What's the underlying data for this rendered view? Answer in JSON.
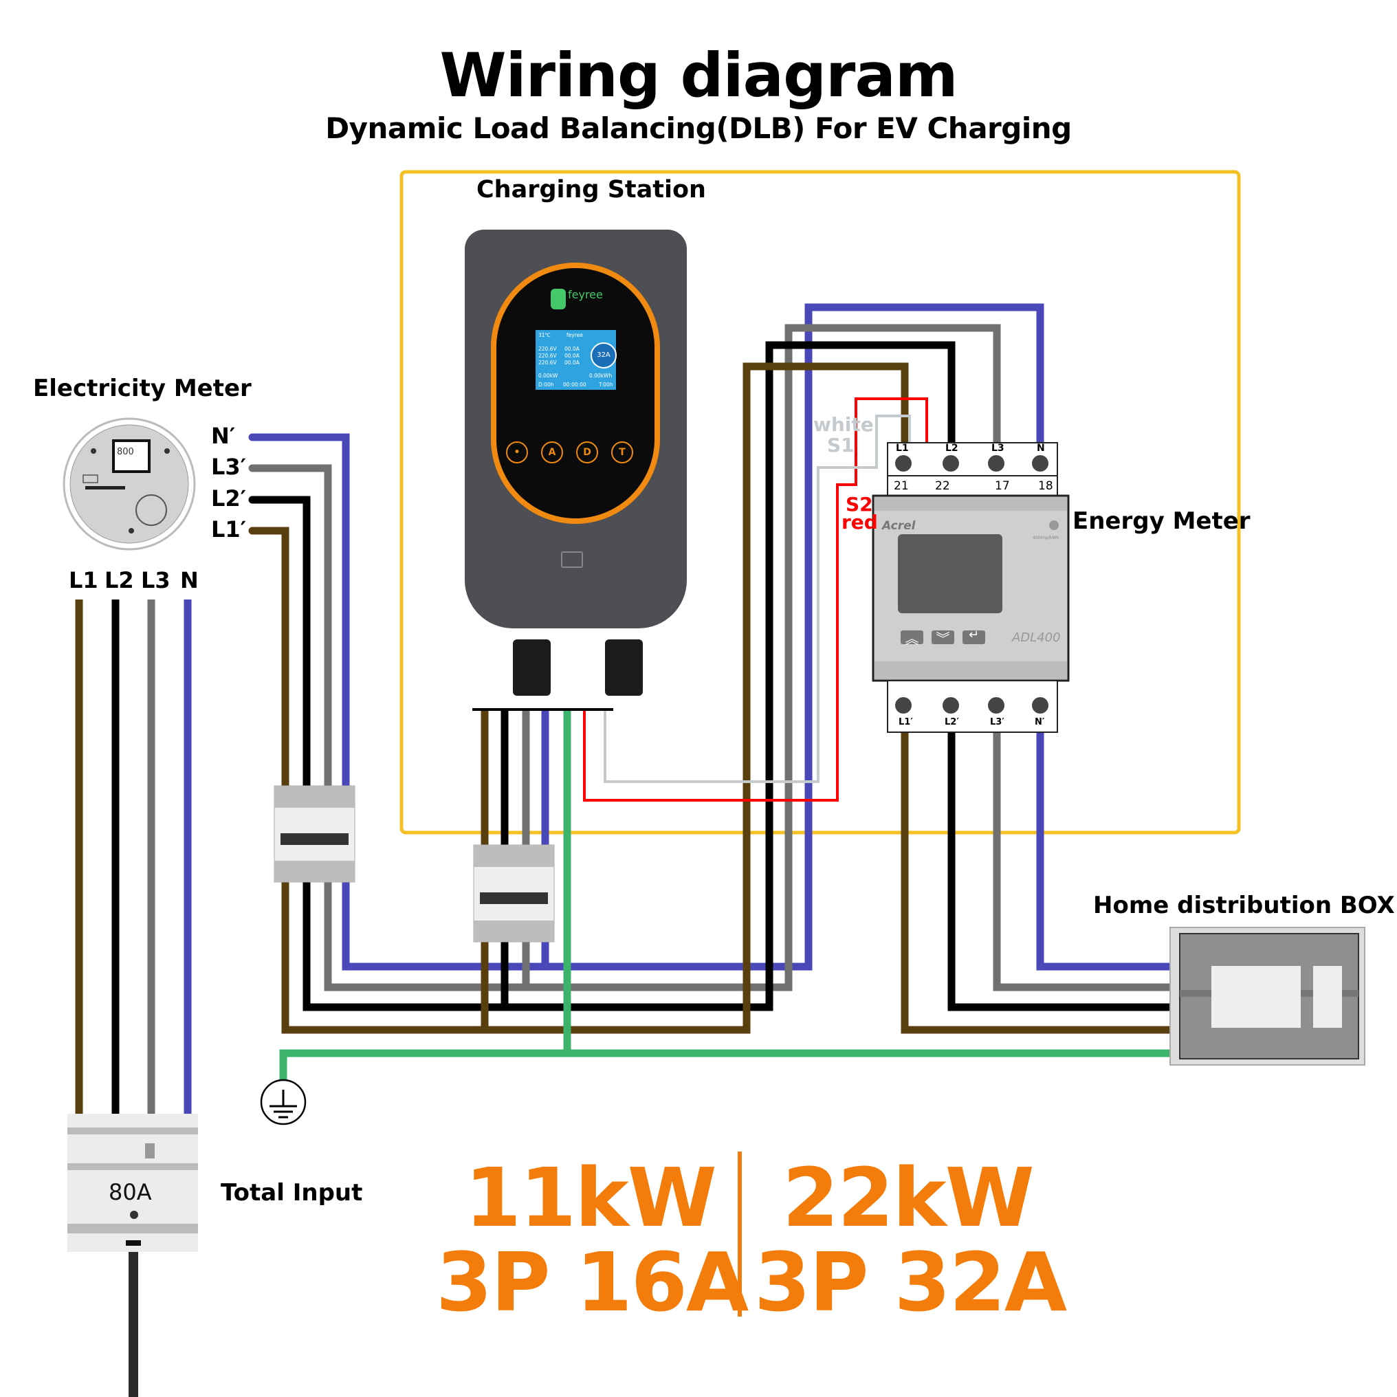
{
  "header": {
    "title": "Wiring diagram",
    "subtitle": "Dynamic Load Balancing(DLB) For EV Charging"
  },
  "colors": {
    "L1": "#5a3f0e",
    "L2": "#000000",
    "L3": "#707070",
    "N": "#4a48b8",
    "PE": "#3bb36a",
    "S1_white": "#c5cacf",
    "S2_red": "#ff0000",
    "box_border": "#f5c023",
    "accent_orange": "#f47c0a"
  },
  "components": {
    "electricity_meter": {
      "label": "Electricity Meter",
      "display": "800",
      "input_labels": [
        "L1",
        "L2",
        "L3",
        "N"
      ],
      "output_labels": [
        "N′",
        "L3′",
        "L2′",
        "L1′"
      ]
    },
    "total_input": {
      "label": "Total Input",
      "rating": "80A"
    },
    "charging_station": {
      "label": "Charging Station",
      "brand": "feyree",
      "screen": {
        "temperature": "31℃",
        "brand": "feyree",
        "phases": [
          {
            "voltage": "220.6V",
            "current": "00.0A"
          },
          {
            "voltage": "220.6V",
            "current": "00.0A"
          },
          {
            "voltage": "220.6V",
            "current": "00.0A"
          }
        ],
        "current_limit": "32A",
        "power": "0.00kW",
        "energy": "0.00kWh",
        "d_time": "D:00h",
        "elapsed": "00:00:00",
        "t_time": "T:00h"
      },
      "buttons": [
        "•",
        "A",
        "D",
        "T"
      ]
    },
    "energy_meter": {
      "label": "Energy Meter",
      "brand": "Acrel",
      "model": "ADL400",
      "pulse": "400imp/kWh",
      "top_terminals": [
        "L1",
        "L2",
        "L3",
        "N"
      ],
      "aux_terminals": [
        "21",
        "22",
        "17",
        "18"
      ],
      "bottom_terminals": [
        "L1′",
        "L2′",
        "L3′",
        "N′"
      ],
      "buttons": [
        "up",
        "down",
        "enter"
      ]
    },
    "ct_wires": {
      "s1_color_label": "white",
      "s1_label": "S1",
      "s2_label": "S2",
      "s2_color_label": "red"
    },
    "home_box": {
      "label": "Home distribution BOX"
    }
  },
  "ratings": {
    "left": {
      "power": "11kW",
      "spec": "3P 16A"
    },
    "right": {
      "power": "22kW",
      "spec": "3P 32A"
    }
  }
}
